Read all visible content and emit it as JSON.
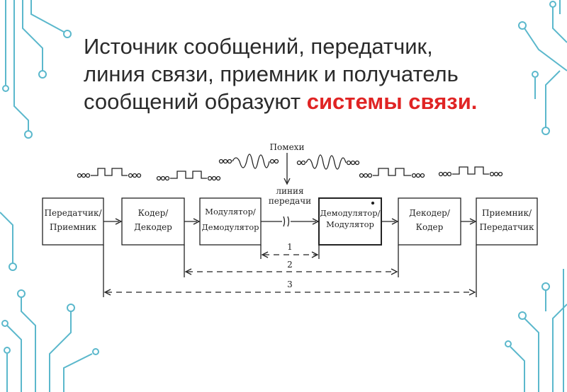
{
  "slide": {
    "title_line1": "Источник сообщений, передатчик,",
    "title_line2": "линия связи, приемник и получатель",
    "title_line3_prefix": "сообщений образуют ",
    "title_highlight": "системы связи.",
    "highlight_color": "#e02424",
    "text_color": "#2b2b2b",
    "decor_color": "#5bb8cc"
  },
  "diagram": {
    "noise_label": "Помехи",
    "line_label_1": "линия",
    "line_label_2": "передачи",
    "blocks": [
      {
        "line1": "Передатчик/",
        "line2": "Приемник"
      },
      {
        "line1": "Кодер/",
        "line2": "Декодер"
      },
      {
        "line1": "Модулятор/",
        "line2": "Демодулятор"
      },
      {
        "line1": "Демодулятор/",
        "line2": "Модулятор"
      },
      {
        "line1": "Декодер/",
        "line2": "Кодер"
      },
      {
        "line1": "Приемник/",
        "line2": "Передатчик"
      }
    ],
    "spans": [
      "1",
      "2",
      "3"
    ]
  }
}
